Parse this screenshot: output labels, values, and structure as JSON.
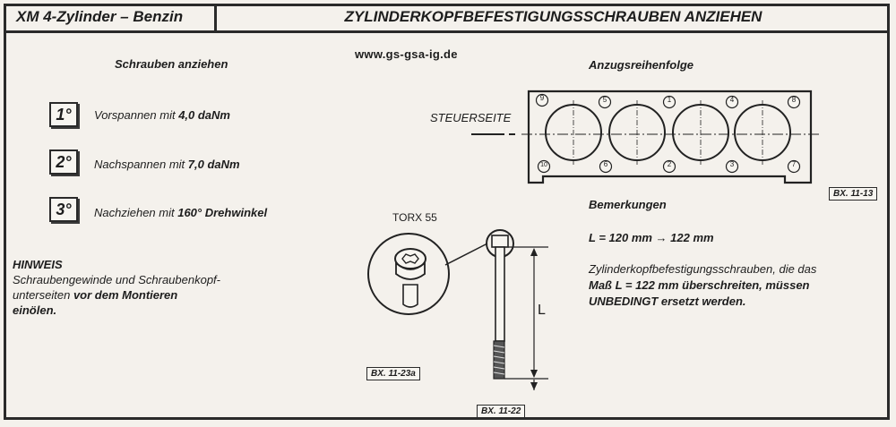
{
  "header": {
    "model": "XM 4-Zylinder – Benzin",
    "title": "ZYLINDERKOPFBEFESTIGUNGSSCHRAUBEN ANZIEHEN"
  },
  "left": {
    "title": "Schrauben anziehen",
    "steps": [
      {
        "num": "1°",
        "text_pre": "Vorspannen mit ",
        "value": "4,0 daNm",
        "text_post": ""
      },
      {
        "num": "2°",
        "text_pre": "Nachspannen mit ",
        "value": "7,0 daNm",
        "text_post": ""
      },
      {
        "num": "3°",
        "text_pre": "Nachziehen mit ",
        "value": "160°",
        "text_post": " Drehwinkel"
      }
    ],
    "hinweis_title": "HINWEIS",
    "hinweis_line1": "Schraubengewinde und Schraubenkopf-",
    "hinweis_line2_pre": "unterseiten ",
    "hinweis_line2_bold": "vor dem Montieren",
    "hinweis_line3": "einölen."
  },
  "website": "www.gs-gsa-ig.de",
  "diagram": {
    "title": "Anzugsreihenfolge",
    "side_label": "STEUERSEITE",
    "top_bolts": [
      "9",
      "5",
      "1",
      "4",
      "8"
    ],
    "bottom_bolts": [
      "10",
      "6",
      "2",
      "3",
      "7"
    ],
    "ref": "BX. 11-13"
  },
  "bolt": {
    "torx_label": "TORX 55",
    "length_label": "L",
    "ref_detail": "BX. 11-23a",
    "ref_main": "BX. 11-22"
  },
  "remarks": {
    "title": "Bemerkungen",
    "formula": "L = 120 mm → 122 mm",
    "line1": "Zylinderkopfbefestigungsschrauben, die das",
    "line2": "Maß L = 122 mm überschreiten, müssen",
    "line3": "UNBEDINGT ersetzt werden."
  }
}
